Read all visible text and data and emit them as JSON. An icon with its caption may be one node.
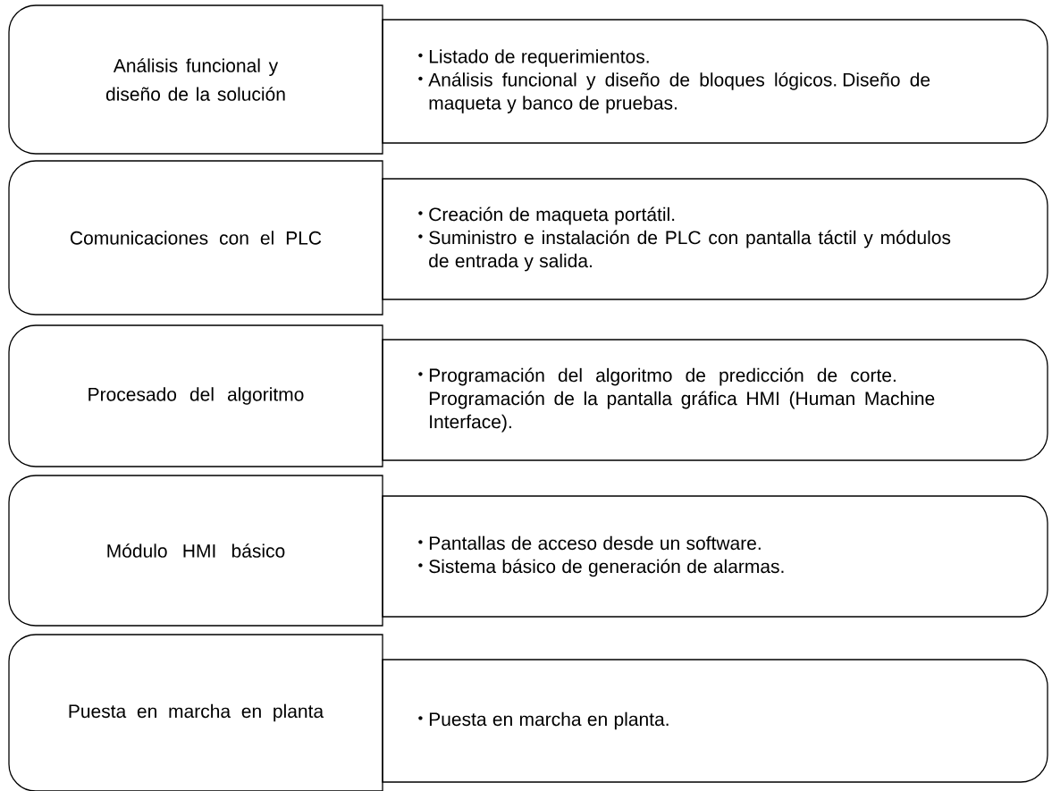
{
  "diagram": {
    "nodes": [
      {
        "text": [
          "Análisis funcional y diseño de la solución"
        ]
      },
      {
        "text": [
          "Listado de requerimientos.",
          "Análisis funcional y diseño de bloques lógicos. Diseño de maqueta y banco de pruebas."
        ]
      },
      {
        "text": [
          "Comunicaciones con el PLC"
        ]
      },
      {
        "text": [
          "Creación de maqueta portátil.",
          "Suministro e instalación de PLC con pantalla táctil y módulos de entrada y salida."
        ]
      },
      {
        "text": [
          "Procesado del algoritmo"
        ]
      },
      {
        "text": [
          "Programación del algoritmo de predicción de corte. Programación de la pantalla gráfica HMI (Human Machine Interface)."
        ]
      },
      {
        "text": [
          "Módulo HMI básico"
        ]
      },
      {
        "text": [
          "Pantallas de acceso desde un software.",
          "Sistema básico de generación de alarmas."
        ]
      },
      {
        "text": [
          "Puesta en marcha en planta"
        ]
      },
      {
        "text": [
          "Puesta en marcha en planta."
        ]
      }
    ]
  }
}
